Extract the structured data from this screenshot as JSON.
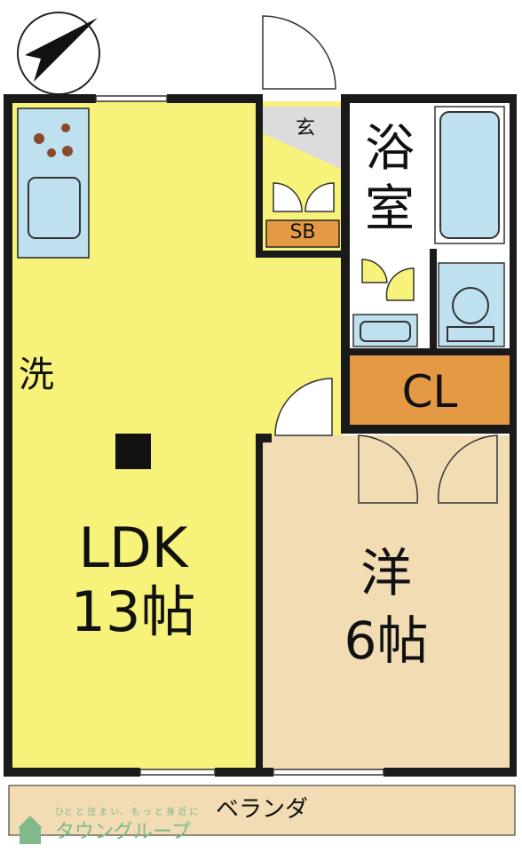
{
  "rooms": {
    "ldk": {
      "name": "LDK",
      "size": "13帖"
    },
    "western": {
      "name": "洋",
      "size": "6帖"
    },
    "bath": {
      "line1": "浴",
      "line2": "室"
    },
    "entrance": "玄",
    "shoe_box": "SB",
    "closet": "CL",
    "washer": "洗",
    "veranda": "ベランダ"
  },
  "watermark": {
    "tagline": "ひと と 住 ま い、 も っ と 身 近 に",
    "company": "タウングループ"
  },
  "colors": {
    "ldk": "#f6f27a",
    "western": "#f1dcb4",
    "veranda": "#f1dcb4",
    "closet": "#e49a45",
    "fixture": "#bfe0ee",
    "wall": "#1a1a1a",
    "watermark": "#7fb98c"
  },
  "icons": [
    "north-arrow-icon",
    "stove-icon",
    "sink-icon",
    "bathtub-icon",
    "toilet-icon",
    "washbasin-icon",
    "pillar-icon",
    "house-logo-icon"
  ]
}
